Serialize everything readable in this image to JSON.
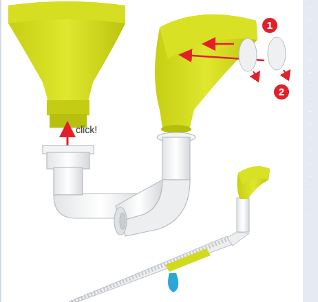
{
  "diagram": {
    "labels": [
      "click!",
      "1",
      "2"
    ]
  }
}
